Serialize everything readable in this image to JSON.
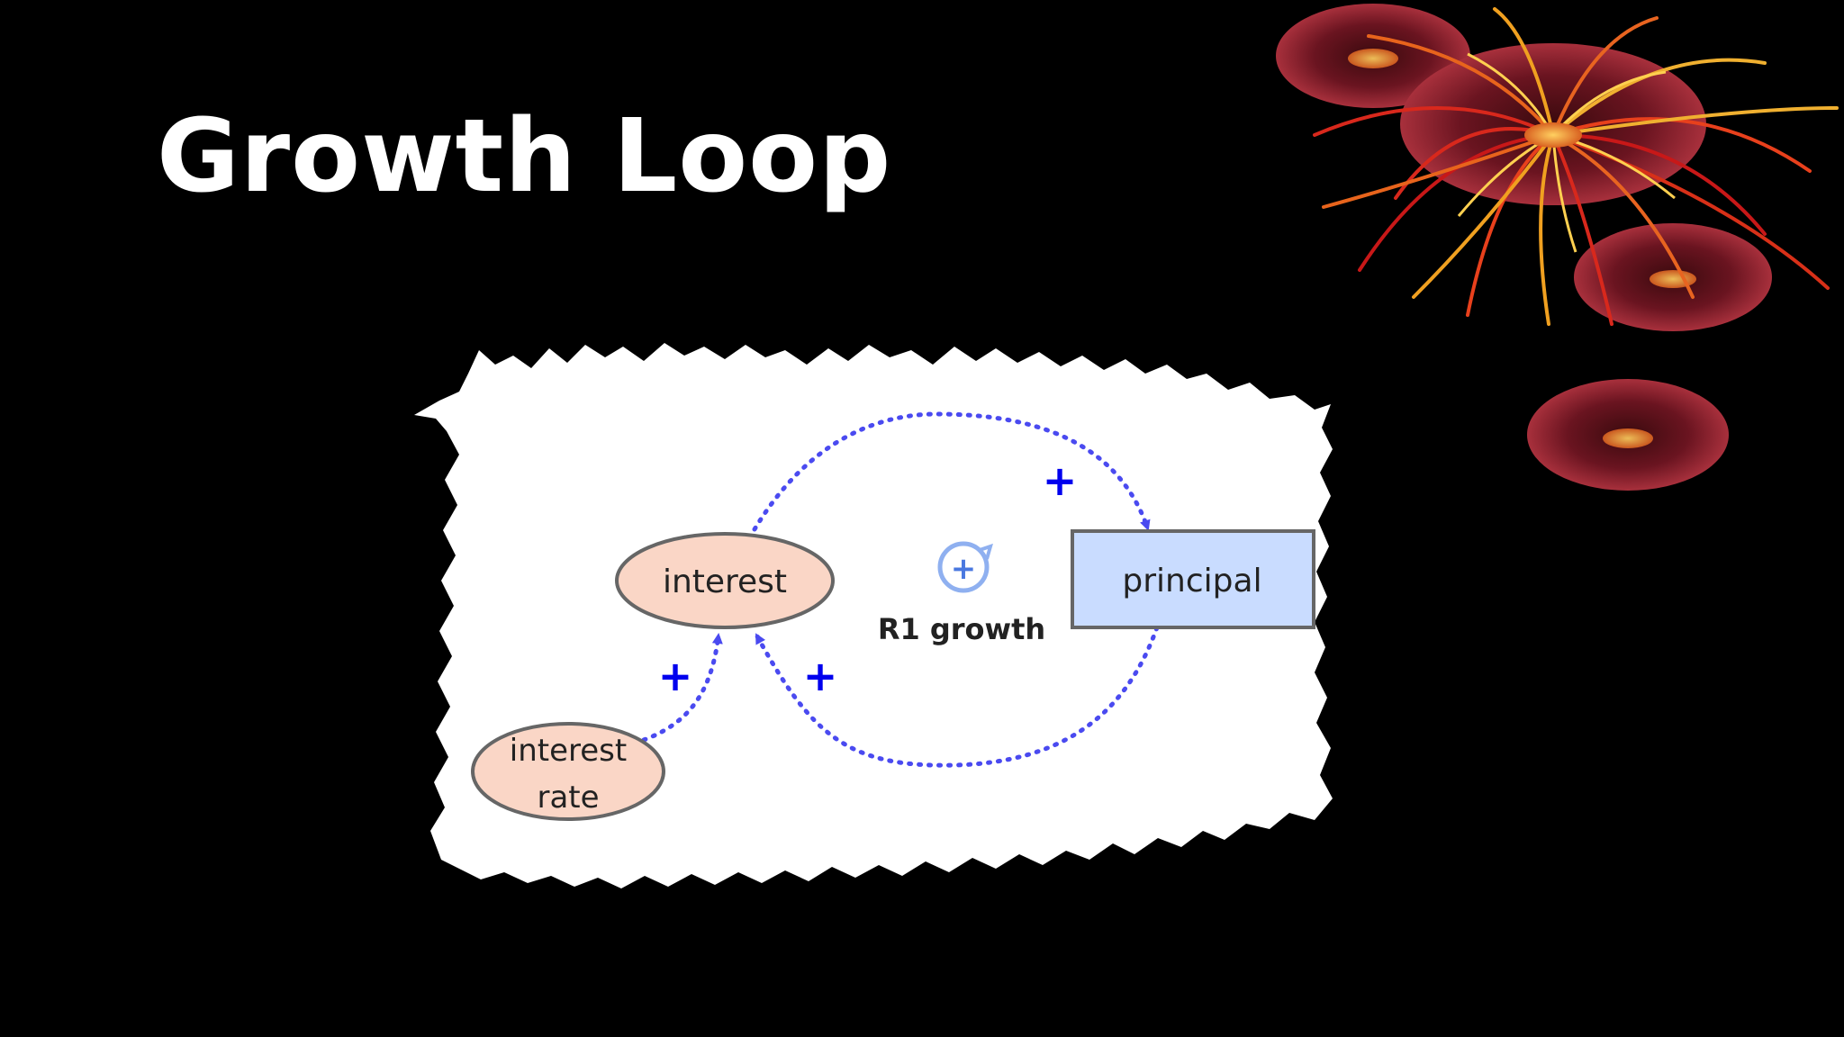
{
  "slide": {
    "title": "Growth Loop"
  },
  "diagram": {
    "nodes": {
      "interest": "interest",
      "interest_rate_line1": "interest",
      "interest_rate_line2": "rate",
      "principal": "principal"
    },
    "loop": {
      "label": "R1 growth",
      "symbol": "+"
    },
    "polarities": {
      "interest_to_principal": "+",
      "rate_to_interest": "+",
      "principal_to_interest": "+"
    }
  },
  "colors": {
    "background": "#000000",
    "title": "#ffffff",
    "paper": "#ffffff",
    "ellipse_fill": "#fad6c6",
    "rect_fill": "#c9dcff",
    "border": "#666666",
    "arrow": "#4a4af0",
    "plus": "#0000ee"
  }
}
